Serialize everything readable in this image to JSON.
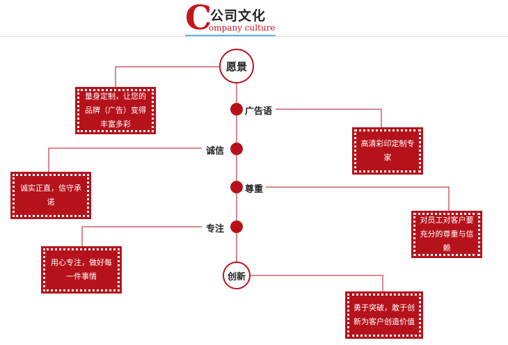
{
  "header": {
    "big_letter": "C",
    "title_cn": "公司文化",
    "title_en": "ompany culture"
  },
  "nodes": {
    "vision": "愿景",
    "innovation": "创新"
  },
  "branches": {
    "slogan": "广告语",
    "integrity": "诚信",
    "respect": "尊重",
    "focus": "专注"
  },
  "boxes": {
    "vision_text": "量身定制，让您的品牌（广告）变得丰富多彩",
    "slogan_text": "高清彩印定制专家",
    "integrity_text": "诚实正直，信守承诺",
    "respect_text": "对员工对客户要充分的尊重与信赖",
    "focus_text": "用心专注，做好每一件事情",
    "innovation_text": "勇于突破，敢于创新为客户创造价值"
  },
  "colors": {
    "accent": "#b5121b",
    "underline": "#6aaee0"
  }
}
